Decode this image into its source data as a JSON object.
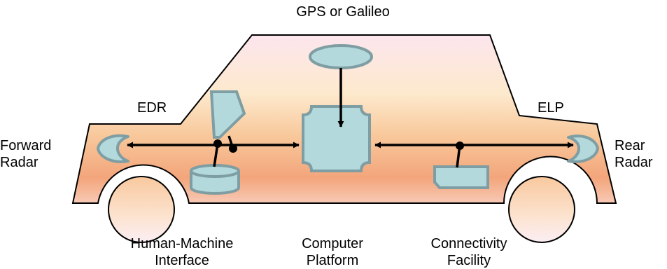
{
  "labels": {
    "gps": "GPS or Galileo",
    "edr": "EDR",
    "elp": "ELP",
    "forward_radar": [
      "Forward",
      "Radar"
    ],
    "rear_radar": [
      "Rear",
      "Radar"
    ],
    "hmi": [
      "Human-Machine",
      "Interface"
    ],
    "computer": [
      "Computer",
      "Platform"
    ],
    "connectivity": [
      "Connectivity",
      "Facility"
    ]
  },
  "colors": {
    "component_fill": "#b3d9dc",
    "component_stroke": "#7f9ea3",
    "body_top": "#fde3ec",
    "body_mid": "#fbe7bc",
    "body_bottom": "#f3a57a",
    "line": "#000000"
  }
}
